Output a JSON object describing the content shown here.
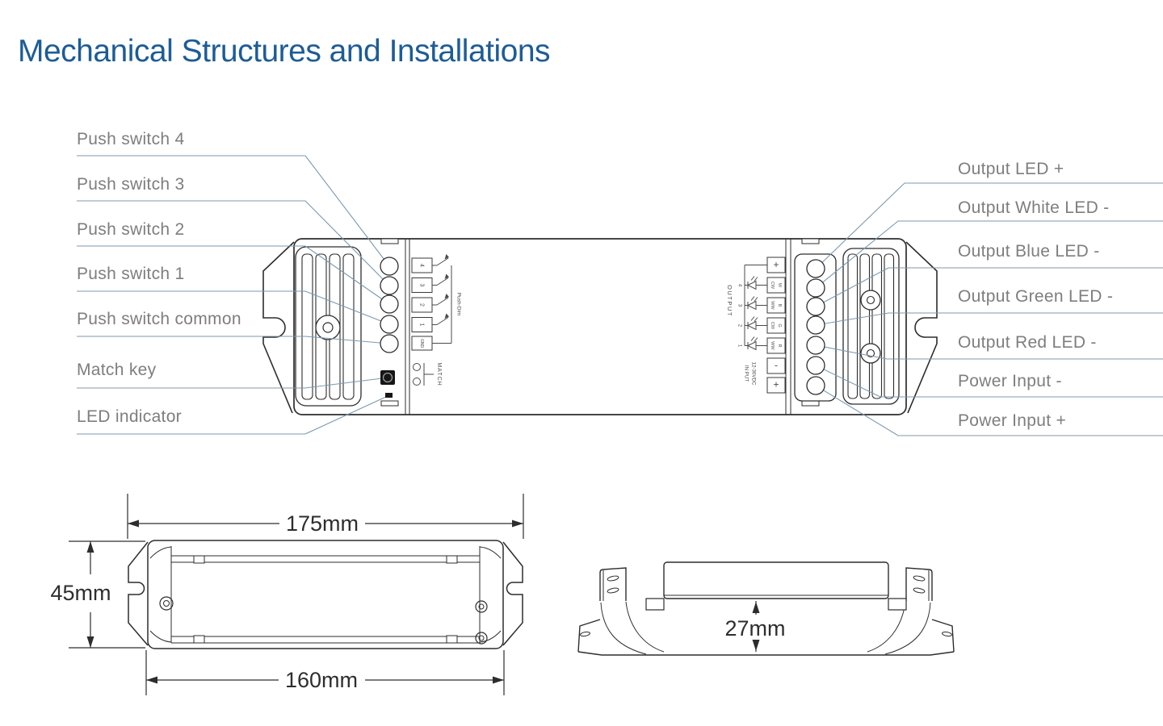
{
  "title": "Mechanical Structures and Installations",
  "colors": {
    "title_blue": "#1d5c97",
    "label_gray": "#7e7e7e",
    "leader_line_blue": "#7b99af",
    "drawing_line": "#2d2d2d"
  },
  "left_callouts": [
    {
      "label": "Push switch 4"
    },
    {
      "label": "Push switch 3"
    },
    {
      "label": "Push switch 2"
    },
    {
      "label": "Push switch 1"
    },
    {
      "label": "Push switch common"
    },
    {
      "label": "Match key"
    },
    {
      "label": "LED indicator"
    }
  ],
  "right_callouts": [
    {
      "label": "Output LED +"
    },
    {
      "label": "Output White LED -"
    },
    {
      "label": "Output Blue LED -"
    },
    {
      "label": "Output Green LED -"
    },
    {
      "label": "Output Red LED -"
    },
    {
      "label": "Power Input -"
    },
    {
      "label": "Power Input +"
    }
  ],
  "device": {
    "push_section": {
      "terminals": [
        "4",
        "3",
        "2",
        "1",
        "GND"
      ],
      "bracket_label": "Push-Dim",
      "match_label": "MATCH"
    },
    "output_section": {
      "section_label": "OUTPUT",
      "plus": "+",
      "channels": [
        {
          "num": "4",
          "line1": "CW",
          "line2": "W"
        },
        {
          "num": "3",
          "line1": "WW",
          "line2": "B"
        },
        {
          "num": "2",
          "line1": "CW",
          "line2": "G"
        },
        {
          "num": "1",
          "line1": "WW",
          "line2": "R"
        }
      ],
      "input_label": "IN PUT",
      "input_voltage": "12-36VDC",
      "minus": "-",
      "plus2": "+"
    }
  },
  "front_view": {
    "width_total": "175mm",
    "height": "45mm",
    "width_inner": "160mm"
  },
  "side_view": {
    "depth": "27mm"
  }
}
